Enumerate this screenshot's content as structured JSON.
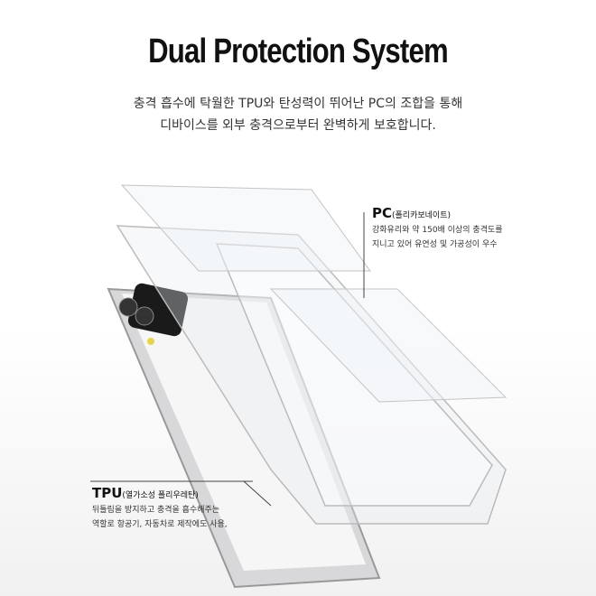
{
  "title": "Dual Protection System",
  "subtitle": [
    "충격 흡수에 탁월한 TPU와 탄성력이 뛰어난 PC의 조합을 통해",
    "디바이스를 외부 충격으로부터 완벽하게 보호합니다."
  ],
  "pc": {
    "name": "PC",
    "material": "(폴리카보네이트)",
    "lines": [
      "강화유리와 약 150배 이상의 충격도를",
      "지니고 있어 유연성 및 가공성이 우수"
    ]
  },
  "tpu": {
    "name": "TPU",
    "material": "(열가소성 폴리우레탄)",
    "lines": [
      "뒤틀림을 방지하고 충격을 흡수해주는",
      "역할로 항공기, 자동차로 제작에도 사용,"
    ]
  }
}
